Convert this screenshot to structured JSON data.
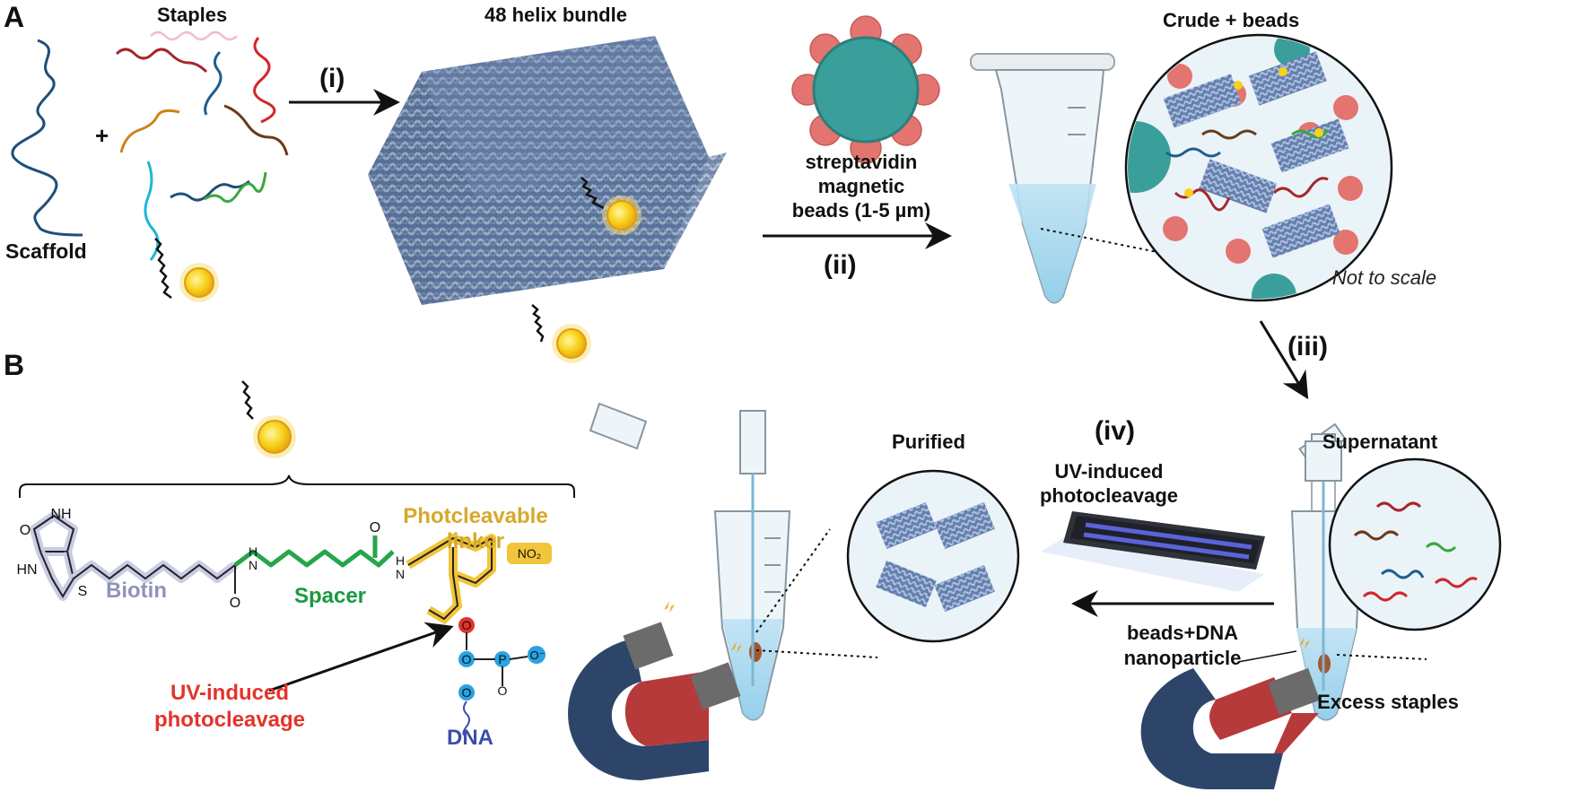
{
  "panels": {
    "a": "A",
    "b": "B"
  },
  "labels": {
    "staples": "Staples",
    "scaffold": "Scaffold",
    "plus": "+",
    "bundle": "48 helix bundle",
    "step1": "(i)",
    "step2": "(ii)",
    "step3": "(iii)",
    "step4": "(iv)",
    "beads_line1": "streptavidin",
    "beads_line2": "magnetic",
    "beads_line3": "beads (1-5 µm)",
    "crude": "Crude + beads",
    "not_to_scale": "Not to scale",
    "purified": "Purified",
    "supernatant": "Supernatant",
    "excess": "Excess staples",
    "uv_line1": "UV-induced",
    "uv_line2": "photocleavage",
    "bdna_line1": "beads+DNA",
    "bdna_line2": "nanoparticle"
  },
  "chem": {
    "photo_line1": "Photcleavable",
    "photo_line2": "linker",
    "biotin": "Biotin",
    "spacer": "Spacer",
    "uv_line1": "UV-induced",
    "uv_line2": "photocleavage",
    "dna": "DNA",
    "no2": "NO₂",
    "nh1": "NH",
    "hn": "HN",
    "o1": "O",
    "s": "S",
    "o2": "O",
    "h1": "H",
    "o3": "O",
    "h2": "H",
    "n1": "N",
    "n2": "N",
    "o4": "O",
    "p": "P",
    "o5": "O",
    "o6": "O",
    "ominus": "O⁻",
    "o7": "O"
  },
  "colors": {
    "biotin": "#8f93b8",
    "spacer": "#1a9a3c",
    "linker": "#d6a92a",
    "uv": "#e4332b",
    "dna": "#3a4fa8",
    "bead": "#3a9f9a",
    "streptavidin": "#e37470"
  }
}
